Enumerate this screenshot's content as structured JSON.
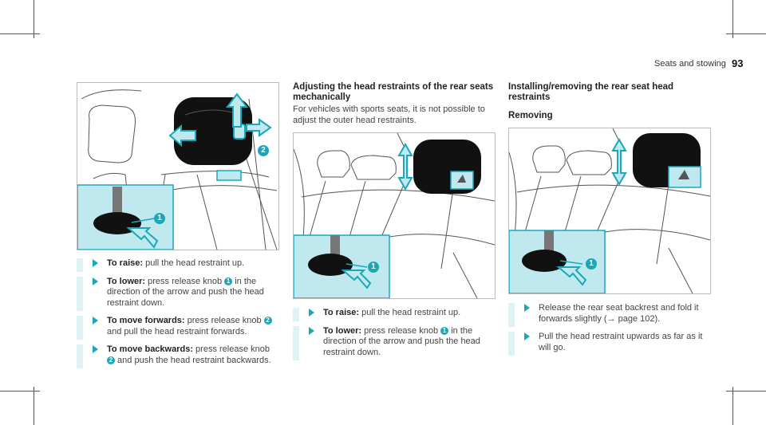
{
  "header": {
    "section": "Seats and stowing",
    "page_number": "93"
  },
  "column1": {
    "bullets": [
      {
        "label": "To raise:",
        "text": " pull the head restraint up."
      },
      {
        "label": "To lower:",
        "text_before": " press release knob ",
        "knob": "1",
        "text_after": " in the direction of the arrow and push the head restraint down."
      },
      {
        "label": "To move forwards:",
        "text_before": " press release knob ",
        "knob": "2",
        "text_after": " and pull the head restraint forwards."
      },
      {
        "label": "To move backwards:",
        "text_before": " press release knob ",
        "knob": "2",
        "text_after": " and push the head restraint backwards."
      }
    ],
    "figure_callouts": [
      "1",
      "2"
    ]
  },
  "column2": {
    "heading": "Adjusting the head restraints of the rear seats mechanically",
    "intro": "For vehicles with sports seats, it is not possible to adjust the outer head restraints.",
    "bullets": [
      {
        "label": "To raise:",
        "text": " pull the head restraint up."
      },
      {
        "label": "To lower:",
        "text_before": " press release knob ",
        "knob": "1",
        "text_after": " in the direction of the arrow and push the head restraint down."
      }
    ],
    "figure_callouts": [
      "1"
    ]
  },
  "column3": {
    "heading": "Installing/removing the rear seat head restraints",
    "subheading": "Removing",
    "bullets": [
      {
        "text": "Release the rear seat backrest and fold it forwards slightly (→ page 102)."
      },
      {
        "text": "Pull the head restraint upwards as far as it will go."
      }
    ],
    "figure_callouts": [
      "1"
    ]
  },
  "colors": {
    "accent": "#1aa7b8",
    "inset_bg": "#bfe9ef",
    "bullet_bar": "#dff3f6"
  }
}
